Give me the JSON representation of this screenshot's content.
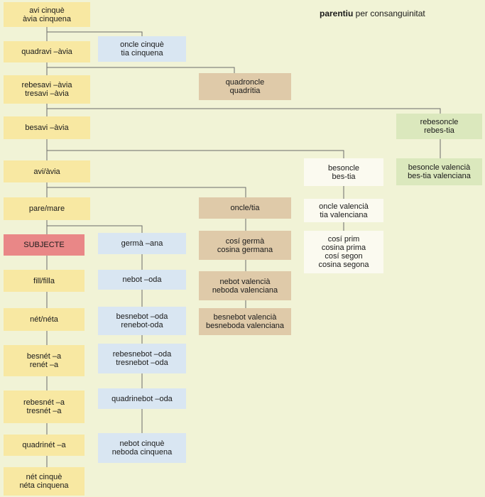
{
  "title": {
    "bold": "parentiu",
    "rest": " per consanguinitat"
  },
  "nodes": {
    "avi5": {
      "lines": [
        "avi cinquè",
        "àvia cinquena"
      ]
    },
    "quadravi": {
      "lines": [
        "quadravi –àvia"
      ]
    },
    "oncle5": {
      "lines": [
        "oncle cinquè",
        "tia cinquena"
      ]
    },
    "rebesavi": {
      "lines": [
        "rebesavi –àvia",
        "tresavi –àvia"
      ]
    },
    "quadroncle": {
      "lines": [
        "quadroncle",
        "quadrítia"
      ]
    },
    "besavi": {
      "lines": [
        "besavi –àvia"
      ]
    },
    "rebesoncle": {
      "lines": [
        "rebesoncle",
        "rebes-tia"
      ]
    },
    "besonclev": {
      "lines": [
        "besoncle valencià",
        "bes-tia valenciana"
      ]
    },
    "avi": {
      "lines": [
        "avi/àvia"
      ]
    },
    "besoncle": {
      "lines": [
        "besoncle",
        "bes-tia"
      ]
    },
    "onclev": {
      "lines": [
        "oncle valencià",
        "tia valenciana"
      ]
    },
    "cosiprim": {
      "lines": [
        "cosí prim",
        "cosina prima",
        "cosí segon",
        "cosina segona"
      ]
    },
    "pare": {
      "lines": [
        "pare/mare"
      ]
    },
    "oncle": {
      "lines": [
        "oncle/tia"
      ]
    },
    "subjecte": {
      "lines": [
        "SUBJECTE"
      ]
    },
    "germa": {
      "lines": [
        "germà –ana"
      ]
    },
    "cosigerma": {
      "lines": [
        "cosí germà",
        "cosina germana"
      ]
    },
    "fill": {
      "lines": [
        "fill/filla"
      ]
    },
    "nebot": {
      "lines": [
        "nebot –oda"
      ]
    },
    "nebotv": {
      "lines": [
        "nebot valencià",
        "neboda valenciana"
      ]
    },
    "net": {
      "lines": [
        "nét/néta"
      ]
    },
    "besnebot": {
      "lines": [
        "besnebot –oda",
        "renebot-oda"
      ]
    },
    "besnebotv": {
      "lines": [
        "besnebot valencià",
        "besneboda valenciana"
      ]
    },
    "besnet": {
      "lines": [
        "besnét –a",
        "renét –a"
      ]
    },
    "rebesnebot": {
      "lines": [
        "rebesnebot –oda",
        "tresnebot –oda"
      ]
    },
    "rebesnet": {
      "lines": [
        "rebesnét –a",
        "tresnét –a"
      ]
    },
    "quadrinebot": {
      "lines": [
        "quadrinebot –oda"
      ]
    },
    "quadrinet": {
      "lines": [
        "quadrinét –a"
      ]
    },
    "nebot5": {
      "lines": [
        "nebot cinquè",
        "neboda cinquena"
      ]
    },
    "net5": {
      "lines": [
        "nét cinquè",
        "néta cinquena"
      ]
    }
  },
  "colors": {
    "line": "#6b6b6b",
    "yellow": "#f8e8a2",
    "blue": "#d9e6f2",
    "brown": "#dfcaa9",
    "green": "#dbe8bd",
    "white": "#fbfaf0",
    "red": "#e98787"
  }
}
